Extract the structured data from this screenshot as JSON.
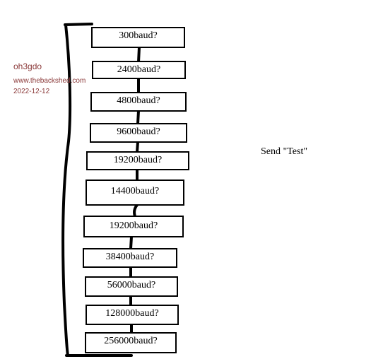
{
  "watermark": {
    "name": "oh3gdo",
    "site": "www.thebackshed.com",
    "date": "2022-12-12"
  },
  "steps": [
    {
      "label": "300baud?"
    },
    {
      "label": "2400baud?"
    },
    {
      "label": "4800baud?"
    },
    {
      "label": "9600baud?"
    },
    {
      "label": "19200baud?"
    },
    {
      "label": "14400baud?"
    },
    {
      "label": "19200baud?"
    },
    {
      "label": "38400baud?"
    },
    {
      "label": "56000baud?"
    },
    {
      "label": "128000baud?"
    },
    {
      "label": "256000baud?"
    }
  ],
  "side_note": "Send \"Test\"",
  "colors": {
    "ink": "#000000",
    "watermark": "#8b3a3a",
    "background": "#ffffff"
  }
}
